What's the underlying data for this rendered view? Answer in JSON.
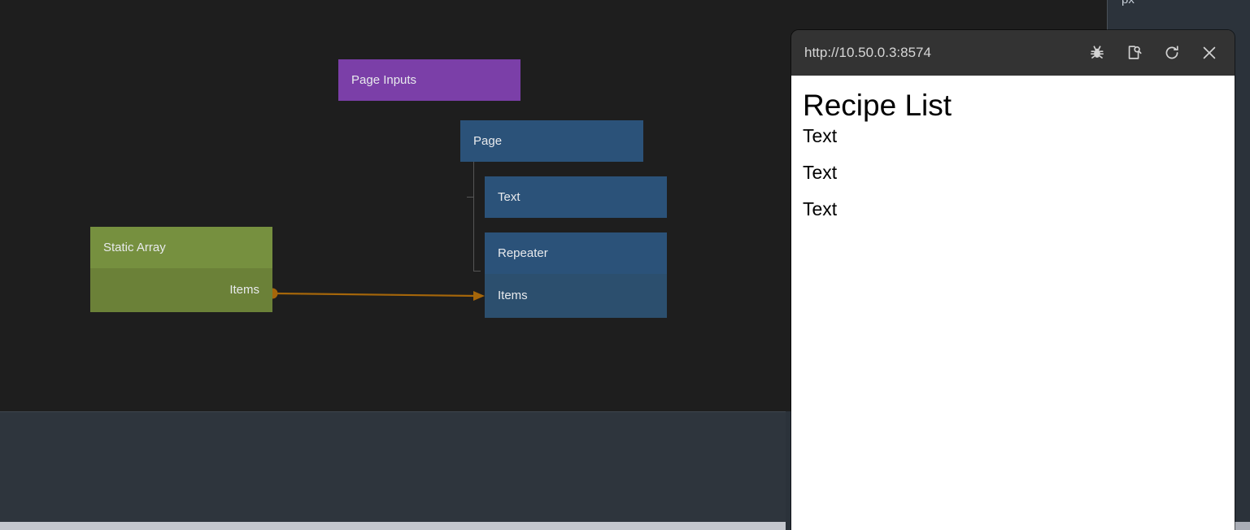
{
  "editor": {
    "canvas": {
      "background": "#1e1e1e",
      "nodes": [
        {
          "id": "page-inputs",
          "title": "Page Inputs",
          "color": "#7b3fa8",
          "kind": "purple",
          "ports": []
        },
        {
          "id": "page",
          "title": "Page",
          "color": "#2b5279",
          "kind": "blue",
          "ports": []
        },
        {
          "id": "text",
          "title": "Text",
          "color": "#2b5279",
          "kind": "blue",
          "ports": []
        },
        {
          "id": "repeater",
          "title": "Repeater",
          "color": "#2b5279",
          "kind": "blue",
          "ports": [
            {
              "label": "Items",
              "direction": "input"
            }
          ]
        },
        {
          "id": "static-array",
          "title": "Static Array",
          "color": "#76903f",
          "kind": "green",
          "ports": [
            {
              "label": "Items",
              "direction": "output"
            }
          ]
        }
      ],
      "connection": {
        "from": "Static Array.Items",
        "to": "Repeater.Items",
        "color": "#a5660a"
      }
    },
    "properties_panel": {
      "unit": "px"
    }
  },
  "preview": {
    "url": "http://10.50.0.3:8574",
    "toolbar": {
      "debug_label": "bug-icon",
      "inspect_label": "inspect-page-icon",
      "reload_label": "reload-icon",
      "close_label": "close-icon"
    },
    "page": {
      "heading": "Recipe List",
      "items": [
        "Text",
        "Text",
        "Text"
      ]
    }
  }
}
